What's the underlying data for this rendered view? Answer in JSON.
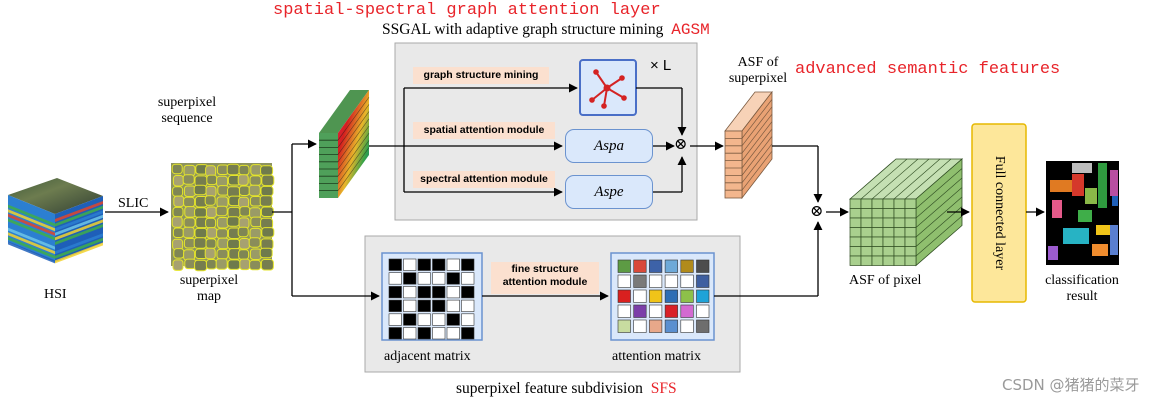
{
  "titles": {
    "sgal": "spatial-spectral graph attention layer",
    "ssgal_prefix": "SSGAL with adaptive graph structure mining",
    "ssgal_abbr": "AGSM",
    "advanced": "advanced semantic features",
    "sfs_prefix": "superpixel feature subdivision",
    "sfs_abbr": "SFS"
  },
  "labels": {
    "hsi": "HSI",
    "slic": "SLIC",
    "superpixel_sequence": "superpixel\nsequence",
    "superpixel_map": "superpixel\nmap",
    "asf_superpixel": "ASF of\nsuperpixel",
    "times_l": "× L",
    "asf_pixel": "ASF of pixel",
    "full_connected": "Full connected layer",
    "classification": "classification\nresult",
    "adjacent_matrix": "adjacent matrix",
    "attention_matrix": "attention matrix"
  },
  "modules": {
    "gsm": "graph structure mining",
    "sam": "spatial attention module",
    "spm": "spectral attention module",
    "fsam": "fine structure\nattention module",
    "aspa": "Aspa",
    "aspe": "Aspe"
  },
  "operators": {
    "multiply": "⊗"
  },
  "icons": [
    "graph-structure-icon",
    "hsi-cube-image",
    "superpixel-map-image",
    "classification-map-image"
  ],
  "colors": {
    "accent_red": "#e8242a",
    "panel_gray": "#e9e9e9",
    "pill_peach": "#fbe0cf",
    "module_blue": "#dae8fb",
    "asf_orange": "#f3b68d",
    "asf_green": "#a9d08e",
    "fc_yellow": "#fde79a"
  },
  "adjacent_matrix": {
    "cells": [
      [
        1,
        0,
        1,
        1,
        0,
        1
      ],
      [
        0,
        1,
        0,
        0,
        1,
        0
      ],
      [
        1,
        0,
        1,
        1,
        0,
        1
      ],
      [
        1,
        0,
        1,
        1,
        0,
        0
      ],
      [
        0,
        1,
        0,
        0,
        1,
        0
      ],
      [
        1,
        0,
        1,
        0,
        0,
        1
      ]
    ]
  },
  "attention_matrix": {
    "cells": [
      [
        "#5d9b44",
        "#d9493a",
        "#3d62a8",
        "#6da9d8",
        "#b18b1c",
        "#4d4d4d"
      ],
      [
        "#ffffff",
        "#7a7a7a",
        "#ffffff",
        "#ffffff",
        "#ffffff",
        "#3e5fa0"
      ],
      [
        "#d9201f",
        "#ffffff",
        "#f0c419",
        "#2e6eb5",
        "#8dc04a",
        "#1fa3d8"
      ],
      [
        "#ffffff",
        "#7b3fa8",
        "#ffffff",
        "#d92027",
        "#d36ad1",
        "#ffffff"
      ],
      [
        "#c8dca0",
        "#ffffff",
        "#e8a88a",
        "#5a8fd0",
        "#ffffff",
        "#6e6e6e"
      ]
    ]
  },
  "watermark": "CSDN @猪猪的菜牙"
}
